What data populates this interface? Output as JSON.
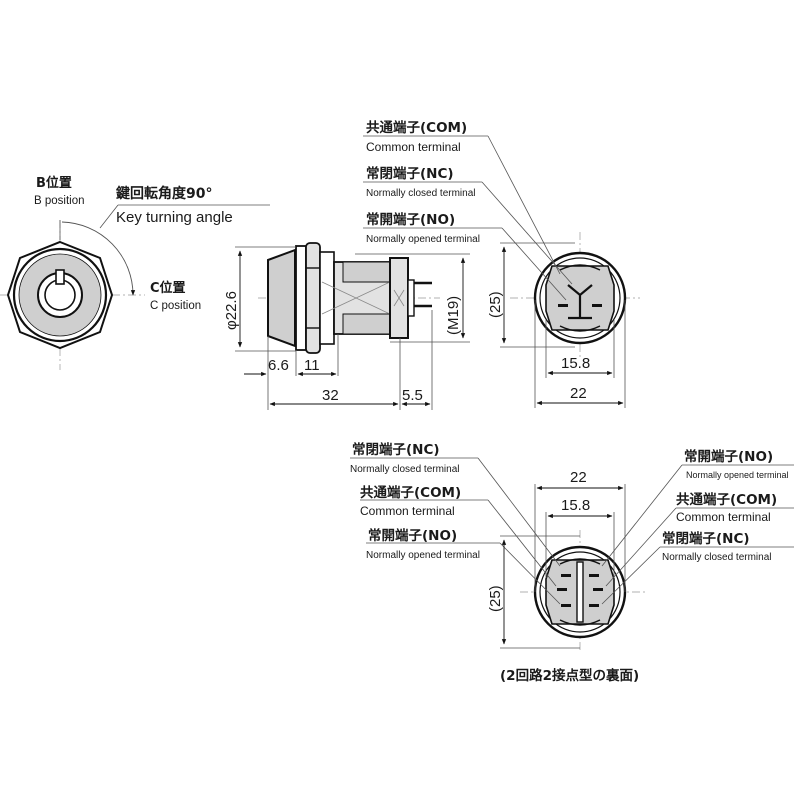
{
  "diagram": {
    "type": "technical-drawing",
    "subject": "Key switch dimensional drawing",
    "key_face_view": {
      "b_position_jp": "B位置",
      "b_position_en": "B position",
      "key_angle_jp": "鍵回転角度90°",
      "key_angle_en": "Key turning angle",
      "c_position_jp": "C位置",
      "c_position_en": "C position"
    },
    "side_view": {
      "diameter_label": "φ22.6",
      "thread_label": "(M19)",
      "dims": {
        "flange": "6.6",
        "nut": "11",
        "body_length": "32",
        "terminal": "5.5"
      }
    },
    "rear_view_1": {
      "height_label": "(25)",
      "inner_width": "15.8",
      "outer_width": "22",
      "terminals": [
        {
          "jp": "共通端子(COM)",
          "en": "Common terminal"
        },
        {
          "jp": "常閉端子(NC)",
          "en": "Normally closed terminal"
        },
        {
          "jp": "常開端子(NO)",
          "en": "Normally opened terminal"
        }
      ]
    },
    "rear_view_2": {
      "height_label": "(25)",
      "inner_width": "15.8",
      "outer_width": "22",
      "caption": "(2回路2接点型の裏面)",
      "left_terminals": [
        {
          "jp": "常閉端子(NC)",
          "en": "Normally closed terminal"
        },
        {
          "jp": "共通端子(COM)",
          "en": "Common terminal"
        },
        {
          "jp": "常開端子(NO)",
          "en": "Normally opened terminal"
        }
      ],
      "right_terminals": [
        {
          "jp": "常開端子(NO)",
          "en": "Normally opened terminal"
        },
        {
          "jp": "共通端子(COM)",
          "en": "Common terminal"
        },
        {
          "jp": "常閉端子(NC)",
          "en": "Normally closed terminal"
        }
      ]
    }
  }
}
